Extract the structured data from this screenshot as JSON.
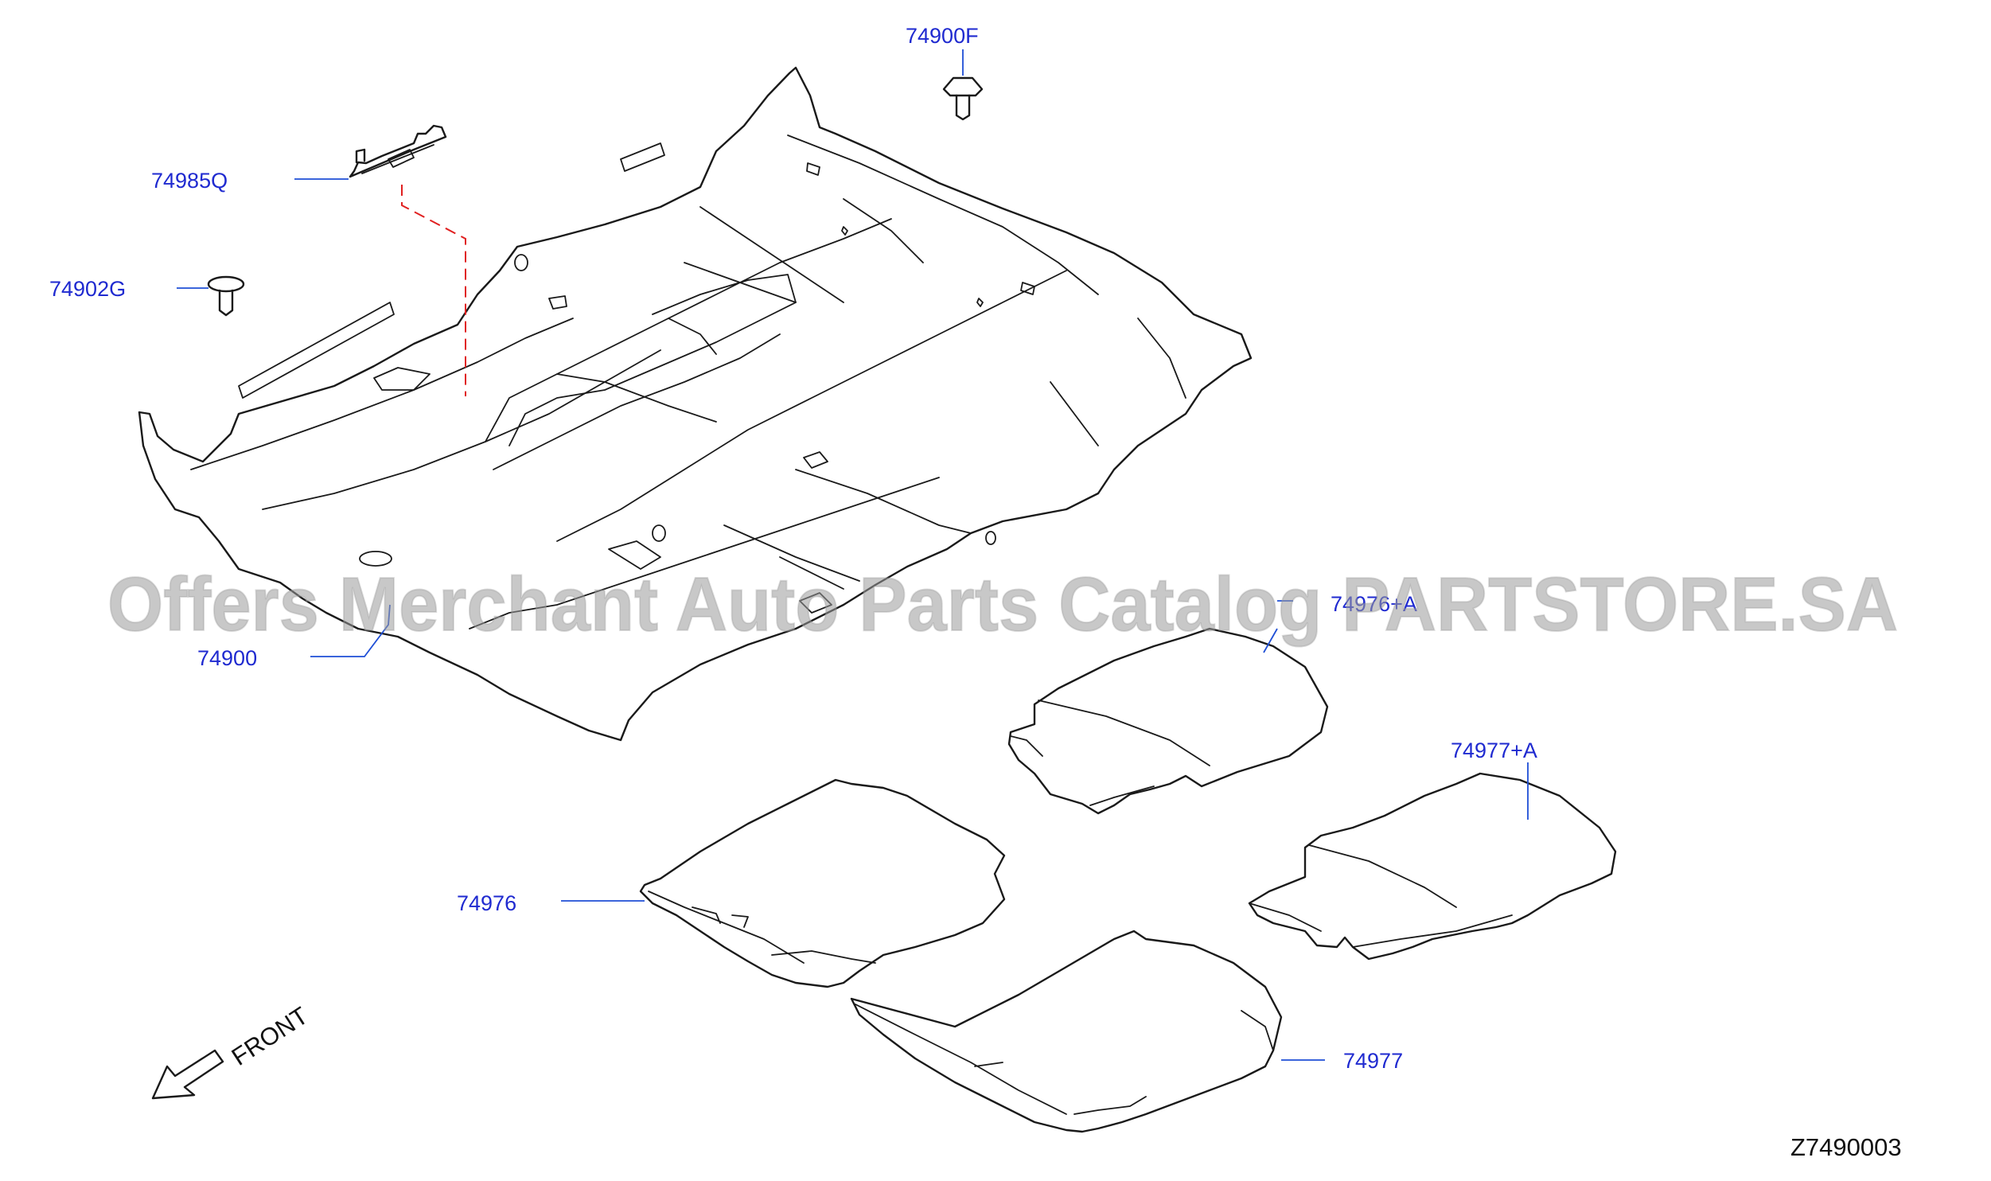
{
  "diagram": {
    "diagram_code": "Z7490003",
    "front_label": "FRONT",
    "watermark": "Offers Merchant Auto Parts Catalog PARTSTORE.SA",
    "callouts": {
      "p74900F": "74900F",
      "p74985Q": "74985Q",
      "p74902G": "74902G",
      "p74900": "74900",
      "p74976A": "74976+A",
      "p74977A": "74977+A",
      "p74976": "74976",
      "p74977": "74977"
    },
    "colors": {
      "callout_text": "#1f2ad0",
      "leader_line": "#1f4fd6",
      "dashed_guide": "#e02020",
      "line_art": "#1a1a1a"
    }
  }
}
